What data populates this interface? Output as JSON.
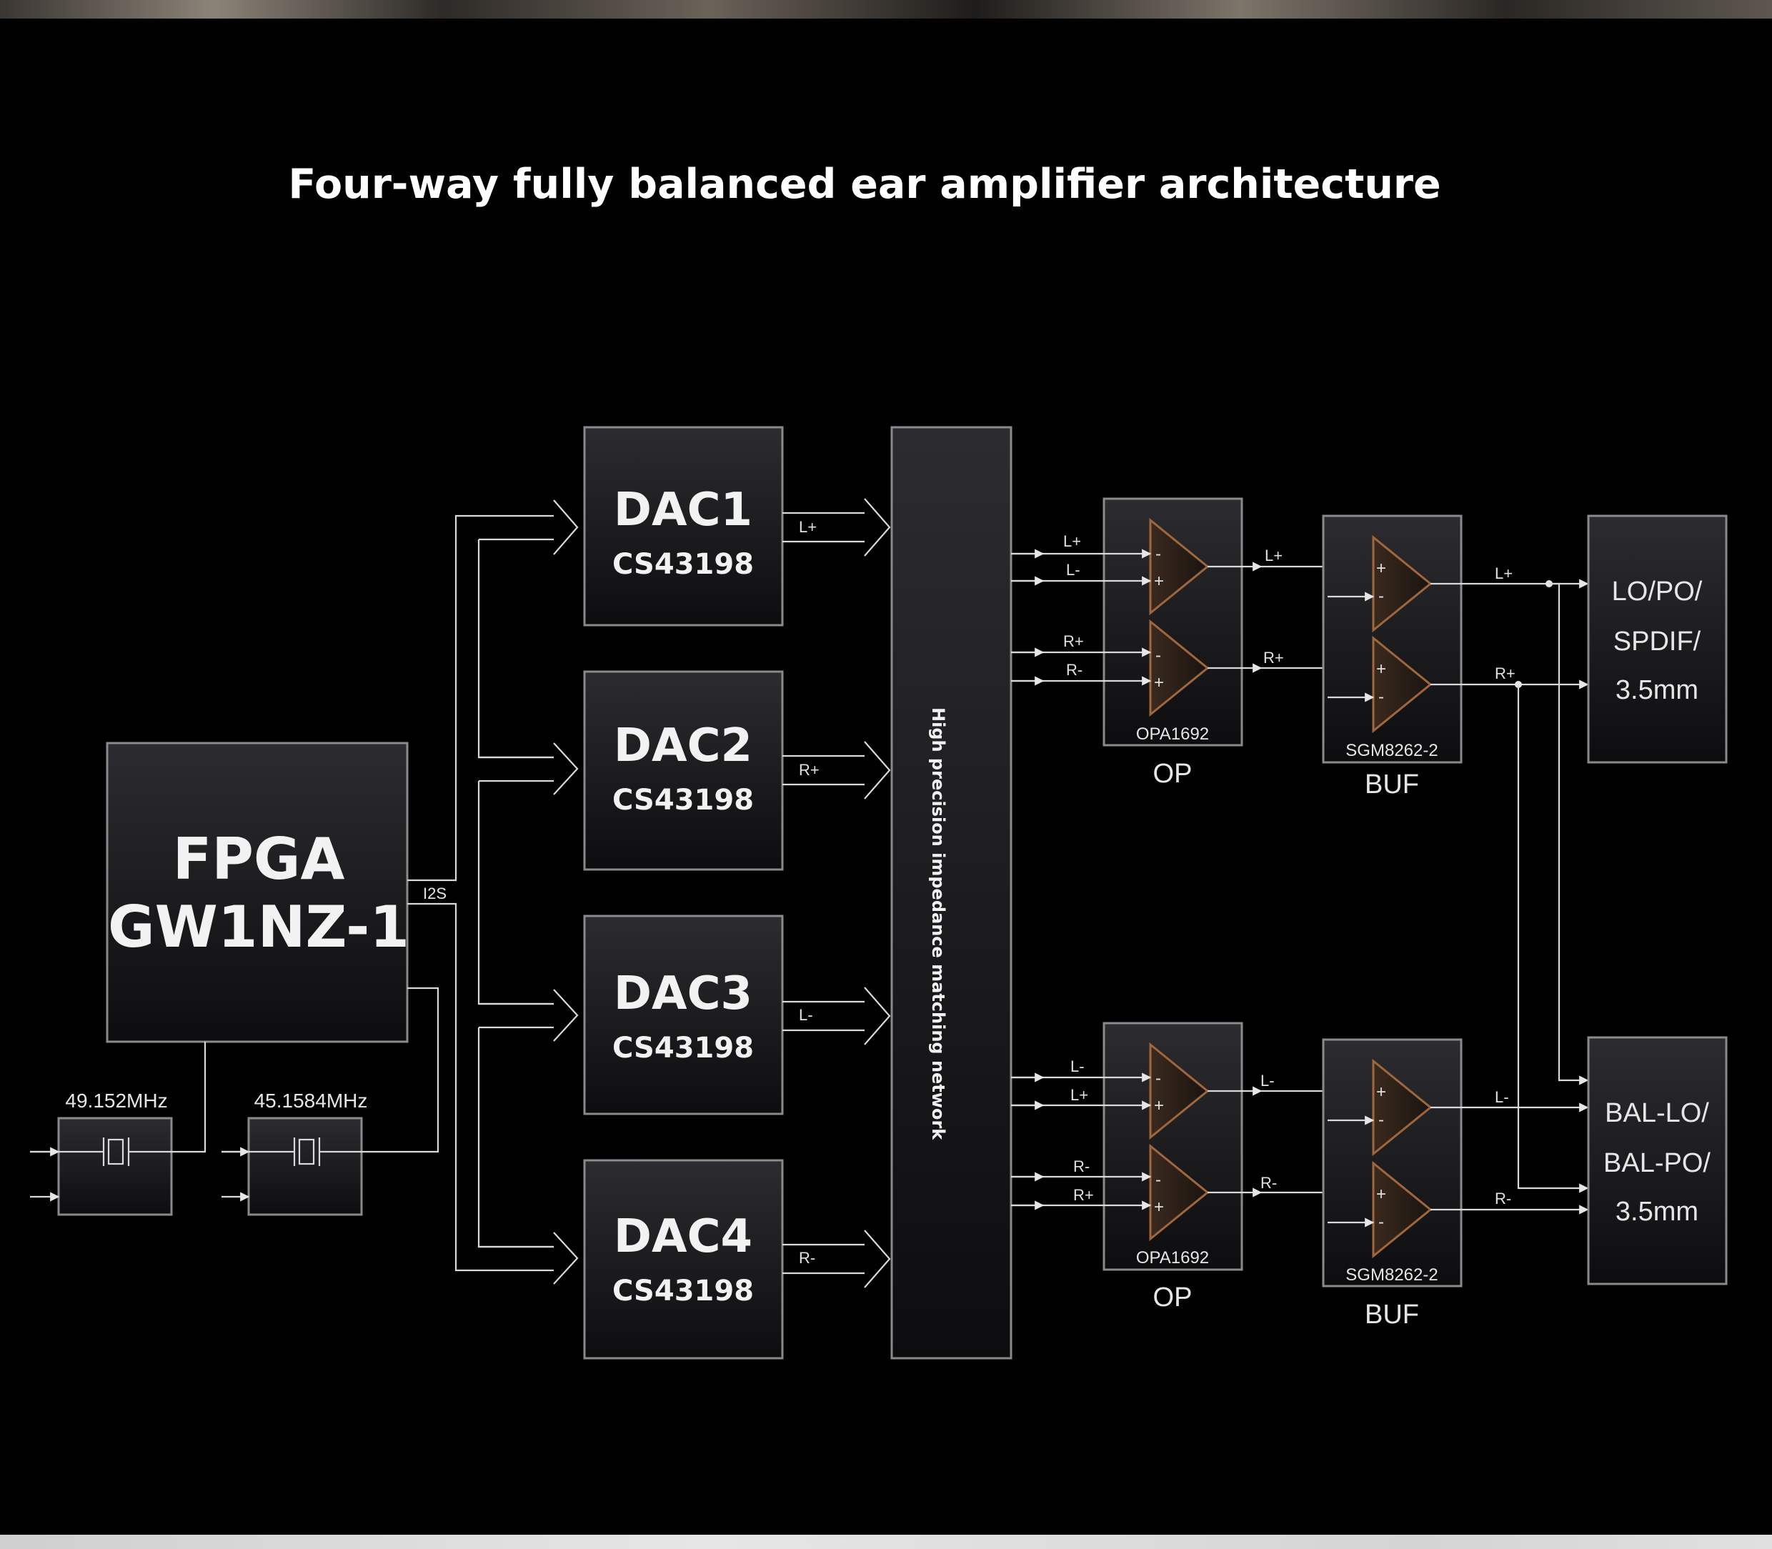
{
  "title": "Four-way fully balanced ear amplifier architecture",
  "fpga": {
    "line1": "FPGA",
    "line2": "GW1NZ-1"
  },
  "i2s_label": "I2S",
  "crystals": [
    {
      "freq": "49.152MHz"
    },
    {
      "freq": "45.1584MHz"
    }
  ],
  "dacs": [
    {
      "name": "DAC1",
      "chip": "CS43198",
      "out": "L+"
    },
    {
      "name": "DAC2",
      "chip": "CS43198",
      "out": "R+"
    },
    {
      "name": "DAC3",
      "chip": "CS43198",
      "out": "L-"
    },
    {
      "name": "DAC4",
      "chip": "CS43198",
      "out": "R-"
    }
  ],
  "network_label": "High precision impedance matching network",
  "op_top": {
    "chip": "OPA1692",
    "label": "OP",
    "in": [
      "L+",
      "L-",
      "R+",
      "R-"
    ],
    "out": [
      "L+",
      "R+"
    ]
  },
  "op_bottom": {
    "chip": "OPA1692",
    "label": "OP",
    "in": [
      "L-",
      "L+",
      "R-",
      "R+"
    ],
    "out": [
      "L-",
      "R-"
    ]
  },
  "buf_top": {
    "chip": "SGM8262-2",
    "label": "BUF",
    "out": [
      "L+",
      "R+"
    ]
  },
  "buf_bottom": {
    "chip": "SGM8262-2",
    "label": "BUF",
    "out": [
      "L-",
      "R-"
    ]
  },
  "amp_signs": {
    "minus": "-",
    "plus": "+"
  },
  "output_top": {
    "lines": [
      "LO/PO/",
      "SPDIF/",
      "3.5mm"
    ]
  },
  "output_bottom": {
    "lines": [
      "BAL-LO/",
      "BAL-PO/",
      "3.5mm"
    ]
  }
}
